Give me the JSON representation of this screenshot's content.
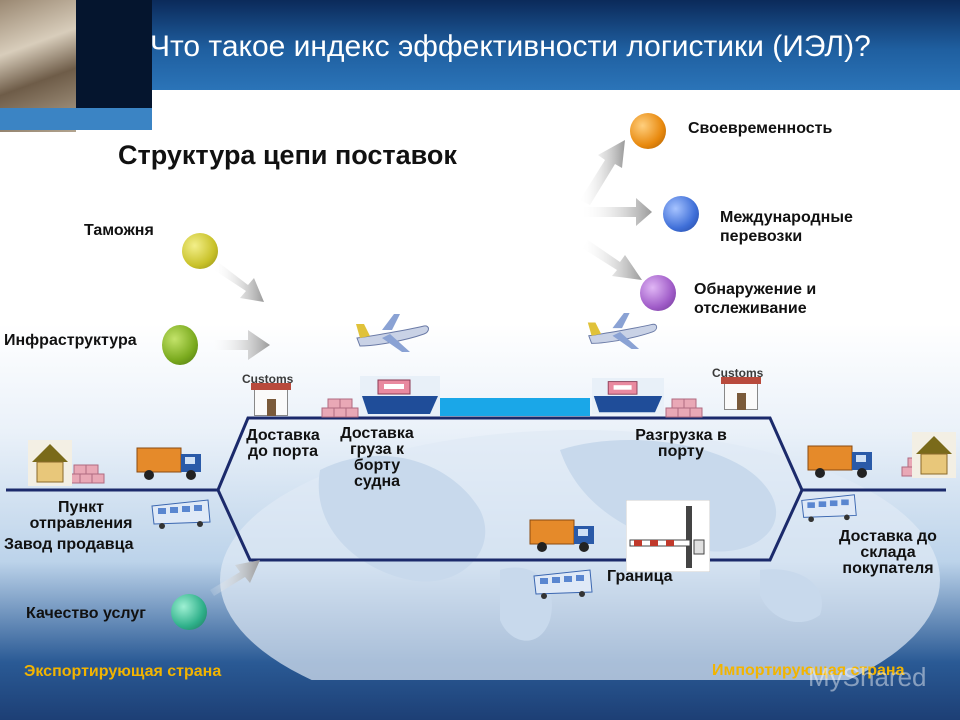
{
  "header": {
    "title": "Что такое индекс эффективности логистики (ИЭЛ)?"
  },
  "subtitle": "Структура цепи поставок",
  "dimensions": {
    "customs": "Таможня",
    "infrastructure": "Инфраструктура",
    "service_quality": "Качество услуг",
    "timeliness": "Своевременность",
    "intl_shipping": "Международные перевозки",
    "tracking": "Обнаружение и отслеживание"
  },
  "colors": {
    "customs": "#c9c22a",
    "infrastructure": "#7aaa1e",
    "service_quality": "#2fb08a",
    "timeliness": "#e8890e",
    "intl_shipping": "#3f6fd8",
    "tracking": "#a05cc8",
    "chain_line": "#1b2a6b",
    "header": "#1f5fa0",
    "footer_text": "#f2b400"
  },
  "chain": {
    "origin": "Пункт отправления",
    "seller_factory": "Завод продавца",
    "to_port": "Доставка до порта",
    "loading": "Доставка груза к борту судна",
    "unloading": "Разгрузка в порту",
    "border": "Граница",
    "to_buyer": "Доставка до склада покупателя"
  },
  "signs": {
    "customs_left": "Customs",
    "customs_right": "Customs"
  },
  "footer": {
    "exporting": "Экспортирующая страна",
    "importing": "Импортирующая страна",
    "watermark": "MyShared"
  },
  "icons": [
    "arrow-icon",
    "airplane-icon",
    "ship-icon",
    "truck-icon",
    "train-icon",
    "house-icon",
    "crates-icon",
    "barrier-icon",
    "customs-building-icon"
  ]
}
